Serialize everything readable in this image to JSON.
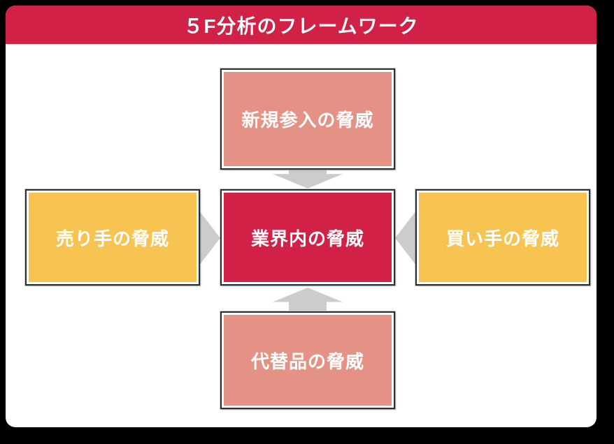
{
  "title": "５F分析のフレームワーク",
  "boxes": {
    "top": {
      "label": "新規参入の脅威"
    },
    "left": {
      "label": "売り手の脅威"
    },
    "center": {
      "label": "業界内の脅威"
    },
    "right": {
      "label": "買い手の脅威"
    },
    "bottom": {
      "label": "代替品の脅威"
    }
  },
  "arrows": {
    "down": "arrow-down-icon",
    "up": "arrow-up-icon",
    "right": "arrow-right-icon",
    "left": "arrow-left-icon"
  },
  "colors": {
    "header_red": "#D22146",
    "center_red": "#D22146",
    "salmon": "#E49186",
    "yellow": "#F7C351",
    "arrow_gray": "#CCCCCC",
    "card_white": "#FFFFFF",
    "background_black": "#000000",
    "box_border": "#2E2E2E",
    "text_white": "#FFFFFF"
  }
}
